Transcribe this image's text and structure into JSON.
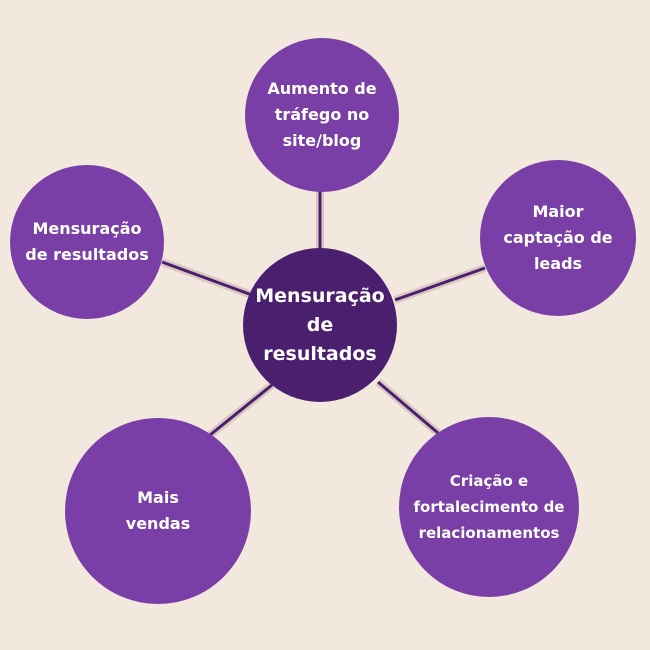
{
  "center": {
    "lines": [
      "Mensuração",
      "de resultados"
    ]
  },
  "nodes": {
    "top": {
      "lines": [
        "Aumento de",
        "tráfego no",
        "site/blog"
      ]
    },
    "right": {
      "lines": [
        "Maior",
        "captação de",
        "leads"
      ]
    },
    "left": {
      "lines": [
        "Mensuração",
        "de resultados"
      ]
    },
    "bottom_left": {
      "lines": [
        "Mais",
        "vendas"
      ]
    },
    "bottom_right": {
      "lines": [
        "Criação e",
        "fortalecimento de",
        "relacionamentos"
      ]
    }
  },
  "colors": {
    "background": "#f3e8dd",
    "outer_circle": "#7a3fa6",
    "center_circle": "#4a1f6e",
    "connector": "#4a1f6e",
    "connector_shadow": "#d8c8c0",
    "text": "#ffffff"
  }
}
